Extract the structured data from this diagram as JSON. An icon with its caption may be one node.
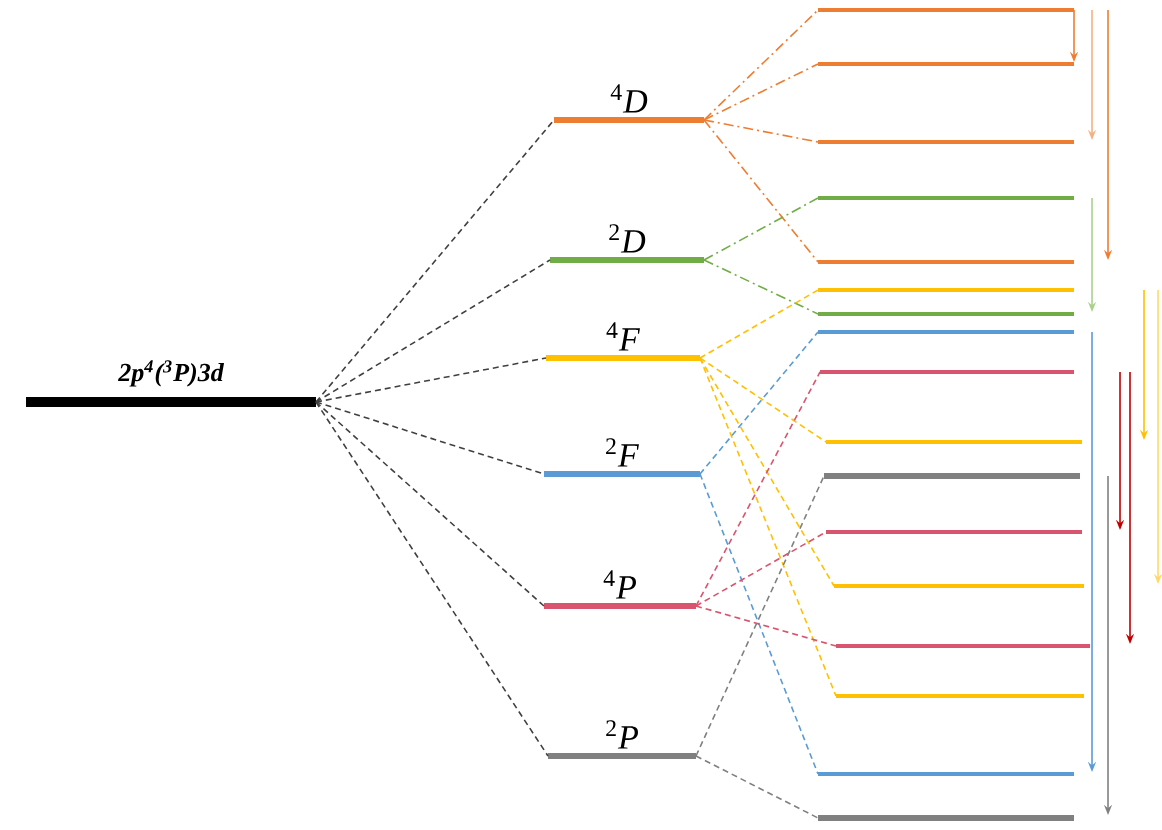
{
  "diagram": {
    "nodes": [
      {
        "text": [
          "2p$^{4}$($^{3}$P)3d"
        ]
      },
      {
        "text": [
          "$^{4}$*D*"
        ]
      },
      {
        "text": [
          "$^{2}$*D*"
        ]
      },
      {
        "text": [
          "$^{4}$*F*"
        ]
      },
      {
        "text": [
          "$^{2}$*F*"
        ]
      },
      {
        "text": [
          "$^{4}$*P*"
        ]
      },
      {
        "text": [
          "$^{2}$*P*"
        ]
      },
      {
        "text": [],
        "shape": "bar"
      },
      {
        "text": [],
        "shape": "bar"
      },
      {
        "text": [],
        "shape": "bar"
      },
      {
        "text": [],
        "shape": "bar"
      },
      {
        "text": [],
        "shape": "bar"
      },
      {
        "text": [],
        "shape": "bar"
      },
      {
        "text": [],
        "shape": "bar"
      },
      {
        "text": [],
        "shape": "bar"
      },
      {
        "text": [],
        "shape": "bar"
      },
      {
        "text": [],
        "shape": "bar"
      },
      {
        "text": [],
        "shape": "bar"
      },
      {
        "text": [],
        "shape": "bar"
      },
      {
        "text": [],
        "shape": "bar"
      },
      {
        "text": [],
        "shape": "bar"
      },
      {
        "text": [],
        "shape": "bar"
      },
      {
        "text": [],
        "shape": "bar"
      },
      {
        "text": [],
        "shape": "bar"
      }
    ],
    "edges": [
      {
        "from": 0,
        "to": 1,
        "arrow": "none",
        "style": "dashed"
      },
      {
        "from": 0,
        "to": 2,
        "arrow": "none",
        "style": "dashed"
      },
      {
        "from": 0,
        "to": 3,
        "arrow": "none",
        "style": "dashed"
      },
      {
        "from": 0,
        "to": 4,
        "arrow": "none",
        "style": "dashed"
      },
      {
        "from": 0,
        "to": 5,
        "arrow": "none",
        "style": "dashed"
      },
      {
        "from": 0,
        "to": 6,
        "arrow": "none",
        "style": "dashed"
      },
      {
        "from": 1,
        "to": 7,
        "arrow": "none",
        "style": "dashed",
        "color": "#ed7d31"
      },
      {
        "from": 1,
        "to": 8,
        "arrow": "none",
        "style": "dashed",
        "color": "#ed7d31"
      },
      {
        "from": 1,
        "to": 9,
        "arrow": "none",
        "style": "dashed",
        "color": "#ed7d31"
      },
      {
        "from": 1,
        "to": 11,
        "arrow": "none",
        "style": "dashed",
        "color": "#ed7d31"
      },
      {
        "from": 2,
        "to": 10,
        "arrow": "none",
        "style": "dashed",
        "color": "#70ad47"
      },
      {
        "from": 2,
        "to": 13,
        "arrow": "none",
        "style": "dashed",
        "color": "#70ad47"
      },
      {
        "from": 3,
        "to": 12,
        "arrow": "none",
        "style": "dashed",
        "color": "#ffc000"
      },
      {
        "from": 3,
        "to": 16,
        "arrow": "none",
        "style": "dashed",
        "color": "#ffc000"
      },
      {
        "from": 3,
        "to": 19,
        "arrow": "none",
        "style": "dashed",
        "color": "#ffc000"
      },
      {
        "from": 3,
        "to": 21,
        "arrow": "none",
        "style": "dashed",
        "color": "#ffc000"
      },
      {
        "from": 4,
        "to": 14,
        "arrow": "none",
        "style": "dashed",
        "color": "#5b9bd5"
      },
      {
        "from": 4,
        "to": 22,
        "arrow": "none",
        "style": "dashed",
        "color": "#5b9bd5"
      },
      {
        "from": 5,
        "to": 15,
        "arrow": "none",
        "style": "dashed",
        "color": "#d9546e"
      },
      {
        "from": 5,
        "to": 18,
        "arrow": "none",
        "style": "dashed",
        "color": "#d9546e"
      },
      {
        "from": 5,
        "to": 20,
        "arrow": "none",
        "style": "dashed",
        "color": "#d9546e"
      },
      {
        "from": 6,
        "to": 17,
        "arrow": "none",
        "style": "dashed",
        "color": "#808080"
      },
      {
        "from": 6,
        "to": 23,
        "arrow": "none",
        "style": "dashed",
        "color": "#808080"
      },
      {
        "from": 7,
        "to": 8,
        "arrow": "to",
        "color": "#ed7d31"
      },
      {
        "from": 7,
        "to": 9,
        "arrow": "to",
        "color": "#f4b183"
      },
      {
        "from": 7,
        "to": 11,
        "arrow": "to",
        "color": "#ed7d31"
      },
      {
        "from": 10,
        "to": 13,
        "arrow": "to",
        "color": "#a9d18e"
      },
      {
        "from": 12,
        "to": 16,
        "arrow": "to",
        "color": "#ffc000"
      },
      {
        "from": 12,
        "to": 19,
        "arrow": "to",
        "color": "#ffd966"
      },
      {
        "from": 15,
        "to": 18,
        "arrow": "to",
        "color": "#c00000"
      },
      {
        "from": 15,
        "to": 20,
        "arrow": "to",
        "color": "#c00000"
      },
      {
        "from": 14,
        "to": 22,
        "arrow": "to",
        "color": "#5b9bd5"
      },
      {
        "from": 17,
        "to": 23,
        "arrow": "to",
        "color": "#808080"
      }
    ]
  }
}
